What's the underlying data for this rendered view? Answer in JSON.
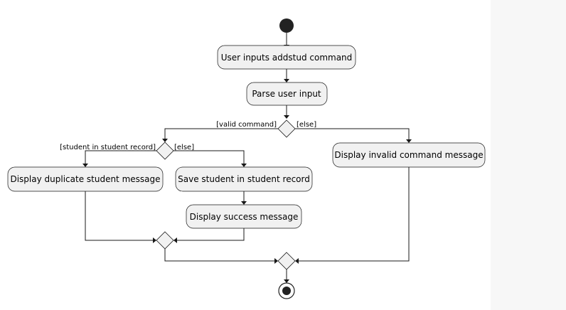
{
  "diagram": {
    "type": "activity",
    "actions": {
      "input": "User inputs addstud command",
      "parse": "Parse user input",
      "invalid": "Display invalid command message",
      "duplicate": "Display duplicate student message",
      "save": "Save student in student record",
      "success": "Display success message"
    },
    "guards": {
      "valid_command": "[valid command]",
      "else_outer": "[else]",
      "student_in_record": "[student in student record]",
      "else_inner": "[else]"
    }
  }
}
